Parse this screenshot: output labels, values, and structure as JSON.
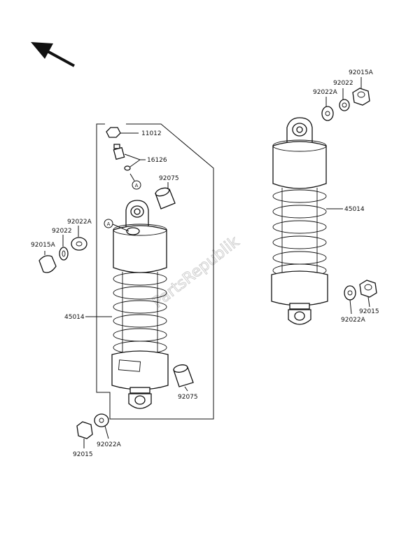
{
  "watermark": "PartsRepublik",
  "callout_marker": "A",
  "labels": {
    "cap_bolt": "11012",
    "valve": "16126",
    "bushing_upper": "92075",
    "bushing_lower": "92075",
    "shock_left": "45014",
    "shock_right": "45014",
    "left_washer_a": "92022A",
    "left_washer": "92022",
    "left_cap_a": "92015A",
    "bottom_washer_a": "92022A",
    "bottom_nut": "92015",
    "right_cap_a": "92015A",
    "right_washer": "92022",
    "right_washer_a": "92022A",
    "right_lower_nut": "92015",
    "right_lower_washer_a": "92022A"
  }
}
